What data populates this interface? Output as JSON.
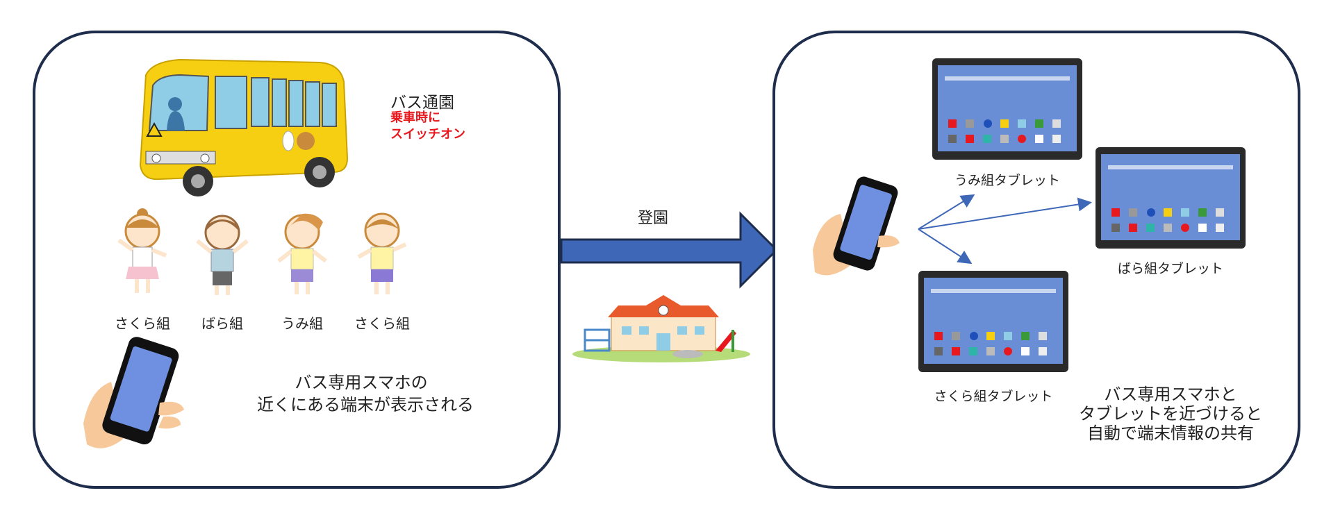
{
  "left": {
    "bus_title": "バス通園",
    "bus_sub_line1": "乗車時に",
    "bus_sub_line2": "スイッチオン",
    "kids": [
      {
        "label": "さくら組"
      },
      {
        "label": "ばら組"
      },
      {
        "label": "うみ組"
      },
      {
        "label": "さくら組"
      }
    ],
    "caption_line1": "バス専用スマホの",
    "caption_line2": "近くにある端末が表示される"
  },
  "arrow": {
    "label": "登園"
  },
  "right": {
    "tablets": [
      {
        "label": "うみ組タブレット"
      },
      {
        "label": "ばら組タブレット"
      },
      {
        "label": "さくら組タブレット"
      }
    ],
    "caption_line1": "バス専用スマホと",
    "caption_line2": "タブレットを近づけると",
    "caption_line3": "自動で端末情報の共有"
  },
  "colors": {
    "panel_border": "#1f2d4d",
    "arrow_fill": "#3f67b8",
    "bus_yellow": "#f6cf12",
    "accent_red": "#e8191e"
  }
}
